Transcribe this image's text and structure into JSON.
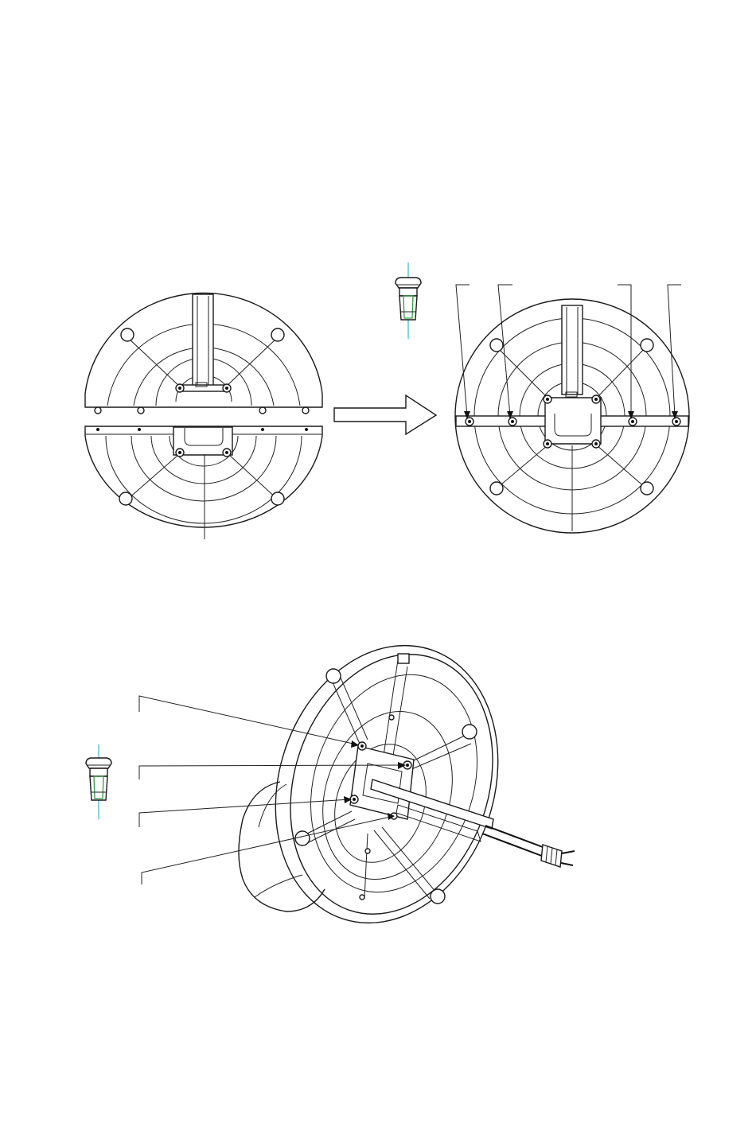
{
  "figures": [
    {
      "id": "step-before",
      "icon": "split-base-icon"
    },
    {
      "id": "step-arrow",
      "icon": "right-arrow-icon"
    },
    {
      "id": "step-after",
      "icon": "joined-base-icon"
    },
    {
      "id": "step-fastener-top",
      "icon": "fastener-screw-icon"
    },
    {
      "id": "step-assembled",
      "icon": "fan-base-assembled-icon"
    },
    {
      "id": "step-fastener-bottom",
      "icon": "fastener-screw-icon"
    }
  ],
  "colors": {
    "line": "#1a1a1a",
    "screw_body_accent": "#2ea043",
    "axis_line": "#38b7c8",
    "background": "#ffffff"
  }
}
